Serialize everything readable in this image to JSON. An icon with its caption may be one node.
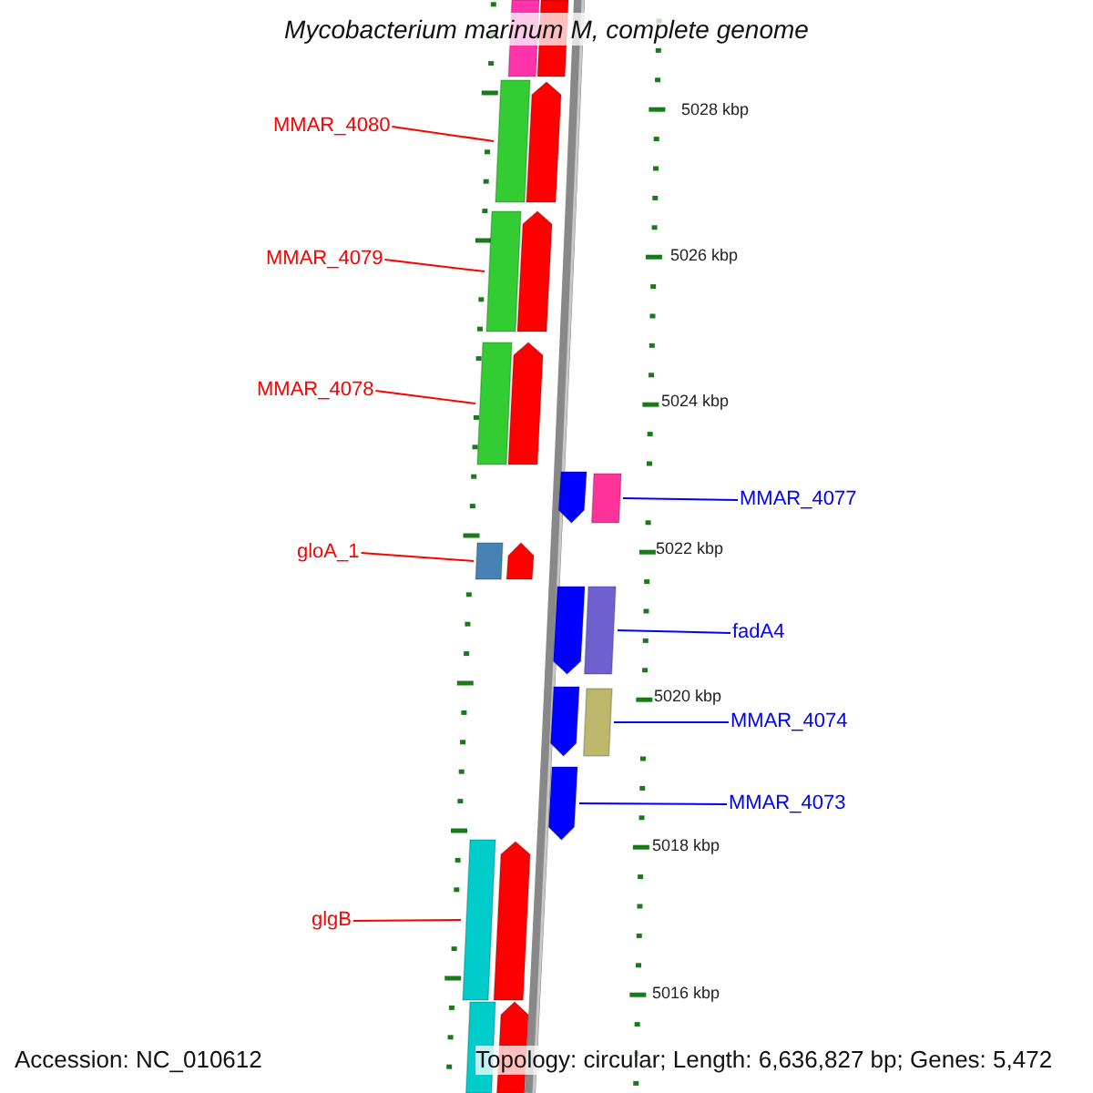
{
  "diagram": {
    "title": "Mycobacterium marinum M, complete genome",
    "nodes": [
      {
        "text": [],
        "shape": "bar"
      },
      {
        "text": [],
        "shape": "bar"
      },
      {
        "text": [
          "MMAR_4080"
        ]
      },
      {
        "text": [],
        "shape": "bar"
      },
      {
        "text": [],
        "shape": "pentagon"
      },
      {
        "text": [
          "MMAR_4079"
        ]
      },
      {
        "text": [],
        "shape": "bar"
      },
      {
        "text": [],
        "shape": "pentagon"
      },
      {
        "text": [
          "MMAR_4078"
        ]
      },
      {
        "text": [],
        "shape": "bar"
      },
      {
        "text": [],
        "shape": "pentagon"
      },
      {
        "text": [
          "MMAR_4077"
        ]
      },
      {
        "text": [],
        "shape": "pentagon"
      },
      {
        "text": [],
        "shape": "bar"
      },
      {
        "text": [
          "gloA_1"
        ]
      },
      {
        "text": [],
        "shape": "bar"
      },
      {
        "text": [],
        "shape": "pentagon"
      },
      {
        "text": [
          "fadA4"
        ]
      },
      {
        "text": [],
        "shape": "pentagon"
      },
      {
        "text": [],
        "shape": "bar"
      },
      {
        "text": [
          "MMAR_4074"
        ]
      },
      {
        "text": [],
        "shape": "pentagon"
      },
      {
        "text": [],
        "shape": "bar"
      },
      {
        "text": [
          "MMAR_4073"
        ]
      },
      {
        "text": [],
        "shape": "pentagon"
      },
      {
        "text": [
          "glgB"
        ]
      },
      {
        "text": [],
        "shape": "bar"
      },
      {
        "text": [],
        "shape": "pentagon"
      },
      {
        "text": [],
        "shape": "bar"
      },
      {
        "text": [],
        "shape": "pentagon"
      }
    ],
    "edges": [
      {
        "from": 2,
        "to": 3,
        "arrow": "none"
      },
      {
        "from": 5,
        "to": 6,
        "arrow": "none"
      },
      {
        "from": 8,
        "to": 9,
        "arrow": "none"
      },
      {
        "from": 11,
        "to": 13,
        "arrow": "none",
        "color": "#0000ff"
      },
      {
        "from": 14,
        "to": 15,
        "arrow": "none"
      },
      {
        "from": 17,
        "to": 19,
        "arrow": "none",
        "color": "#0000ff"
      },
      {
        "from": 20,
        "to": 22,
        "arrow": "none",
        "color": "#0000ff"
      },
      {
        "from": 23,
        "to": 24,
        "arrow": "none",
        "color": "#0000ff"
      },
      {
        "from": 25,
        "to": 26,
        "arrow": "none"
      }
    ],
    "labels": [
      "5028 kbp",
      "5026 kbp",
      "5024 kbp",
      "5022 kbp",
      "5020 kbp",
      "5018 kbp",
      "5016 kbp",
      "Accession: NC_010612",
      "Topology: circular; Length: 6,636,827 bp; Genes: 5,472"
    ]
  }
}
